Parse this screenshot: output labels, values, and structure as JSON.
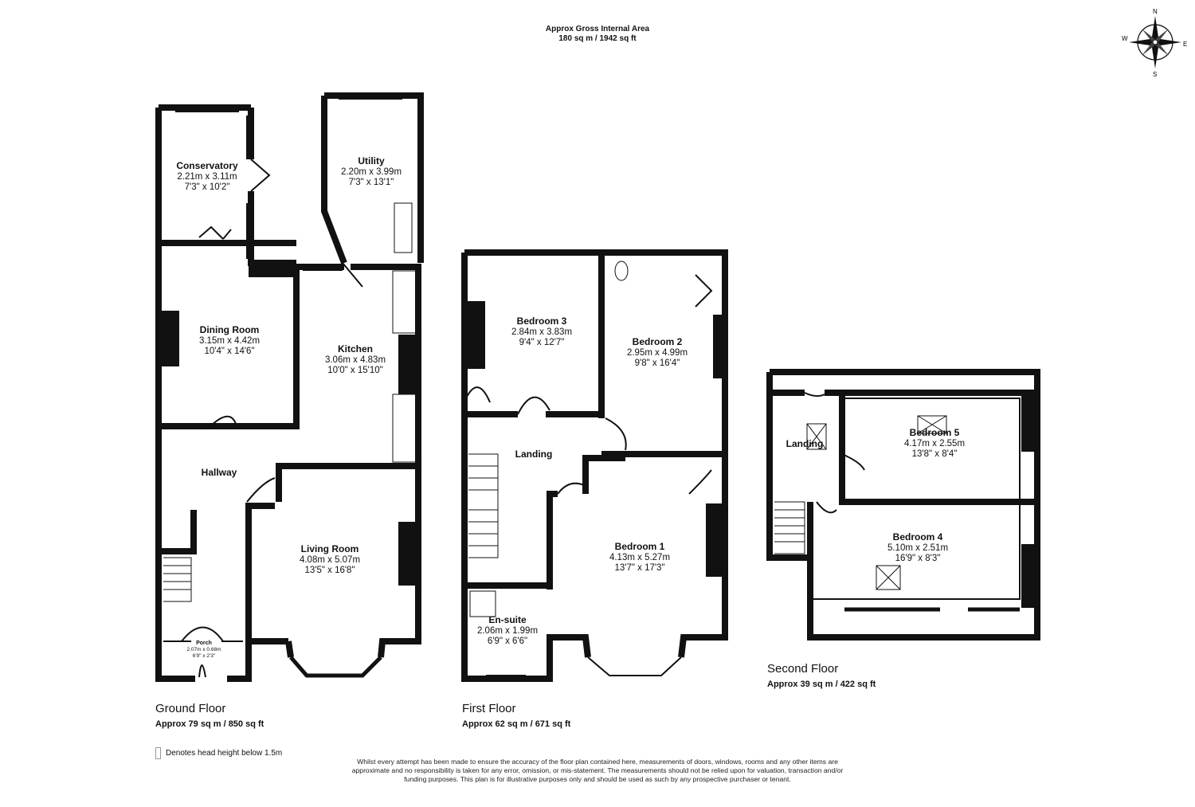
{
  "header": {
    "title": "Approx Gross Internal Area",
    "area": "180 sq m / 1942 sq ft"
  },
  "compass": {
    "icon": "compass-rose-icon",
    "n": "N",
    "e": "E",
    "s": "S",
    "w": "W"
  },
  "floors": {
    "ground": {
      "name": "Ground Floor",
      "area": "Approx 79 sq m / 850 sq ft",
      "rooms": {
        "conservatory": {
          "name": "Conservatory",
          "metric": "2.21m x 3.11m",
          "imperial": "7'3\" x 10'2\""
        },
        "utility": {
          "name": "Utility",
          "metric": "2.20m x 3.99m",
          "imperial": "7'3\" x 13'1\""
        },
        "dining": {
          "name": "Dining Room",
          "metric": "3.15m x 4.42m",
          "imperial": "10'4\" x 14'6\""
        },
        "kitchen": {
          "name": "Kitchen",
          "metric": "3.06m x 4.83m",
          "imperial": "10'0\" x 15'10\""
        },
        "hallway": {
          "name": "Hallway"
        },
        "living": {
          "name": "Living Room",
          "metric": "4.08m x 5.07m",
          "imperial": "13'5\" x 16'8\""
        },
        "porch": {
          "name": "Porch",
          "metric": "2.07m x 0.68m",
          "imperial": "6'9\" x 2'3\""
        }
      }
    },
    "first": {
      "name": "First Floor",
      "area": "Approx 62 sq m / 671 sq ft",
      "rooms": {
        "bedroom3": {
          "name": "Bedroom 3",
          "metric": "2.84m x 3.83m",
          "imperial": "9'4\" x 12'7\""
        },
        "bedroom2": {
          "name": "Bedroom 2",
          "metric": "2.95m x 4.99m",
          "imperial": "9'8\" x 16'4\""
        },
        "landing": {
          "name": "Landing"
        },
        "bedroom1": {
          "name": "Bedroom 1",
          "metric": "4.13m x 5.27m",
          "imperial": "13'7\" x 17'3\""
        },
        "ensuite": {
          "name": "En-suite",
          "metric": "2.06m x 1.99m",
          "imperial": "6'9\" x 6'6\""
        }
      }
    },
    "second": {
      "name": "Second Floor",
      "area": "Approx 39 sq m / 422 sq ft",
      "rooms": {
        "landing": {
          "name": "Landing"
        },
        "bedroom5": {
          "name": "Bedroom 5",
          "metric": "4.17m x 2.55m",
          "imperial": "13'8\" x 8'4\""
        },
        "bedroom4": {
          "name": "Bedroom 4",
          "metric": "5.10m x 2.51m",
          "imperial": "16'9\" x 8'3\""
        }
      }
    }
  },
  "legend": {
    "text": "Denotes head height below 1.5m"
  },
  "disclaimer": "Whilst every attempt has been made to ensure the accuracy of the floor plan contained here, measurements of doors, windows, rooms and any other items are approximate and no responsibility is taken for any error, omission, or mis-statement. The measurements should not be relied upon for valuation, transaction and/or funding purposes. This plan is for illustrative purposes only and should be used as such by any prospective purchaser or tenant."
}
